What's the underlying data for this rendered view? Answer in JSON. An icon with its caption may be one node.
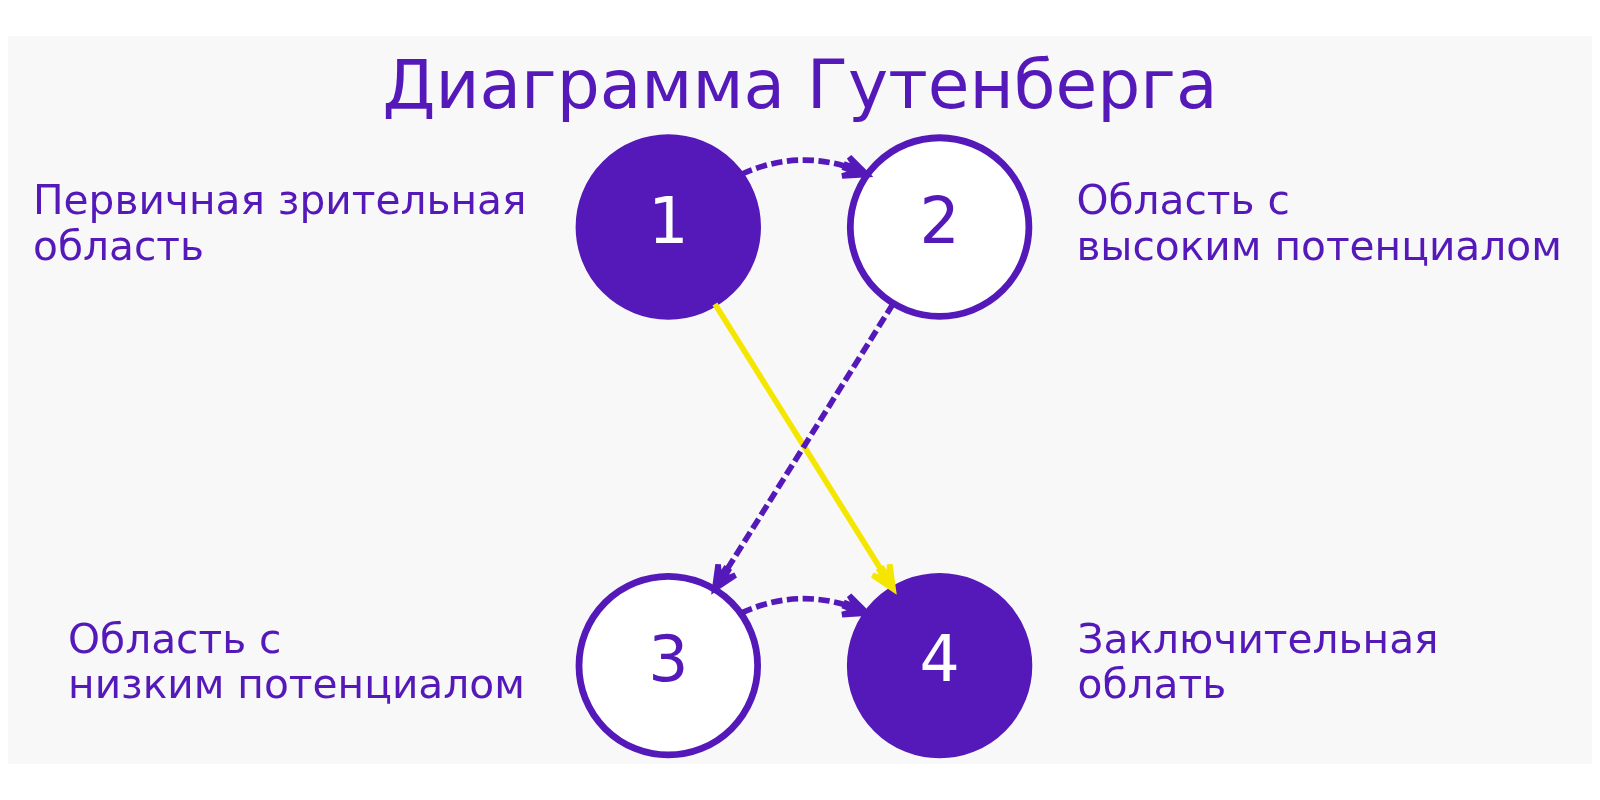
{
  "diagram": {
    "title": "Диаграмма Гутенберга",
    "nodes": [
      {
        "text": [
          "1"
        ],
        "beside": [
          "Первичная зрительная область"
        ]
      },
      {
        "text": [
          "2"
        ],
        "beside": [
          "Область с высоким потенциалом"
        ]
      },
      {
        "text": [
          "3"
        ],
        "beside": [
          "Область с низким потенциалом"
        ]
      },
      {
        "text": [
          "4"
        ],
        "beside": [
          "Заключительная облать"
        ]
      }
    ],
    "edges": [
      {
        "from": 0,
        "to": 1,
        "arrow": "to",
        "style": "dashed"
      },
      {
        "from": 1,
        "to": 2,
        "arrow": "to",
        "style": "dashed"
      },
      {
        "from": 0,
        "to": 3,
        "arrow": "to",
        "color": "#f5e600"
      },
      {
        "from": 2,
        "to": 3,
        "arrow": "to",
        "style": "dashed"
      }
    ]
  }
}
